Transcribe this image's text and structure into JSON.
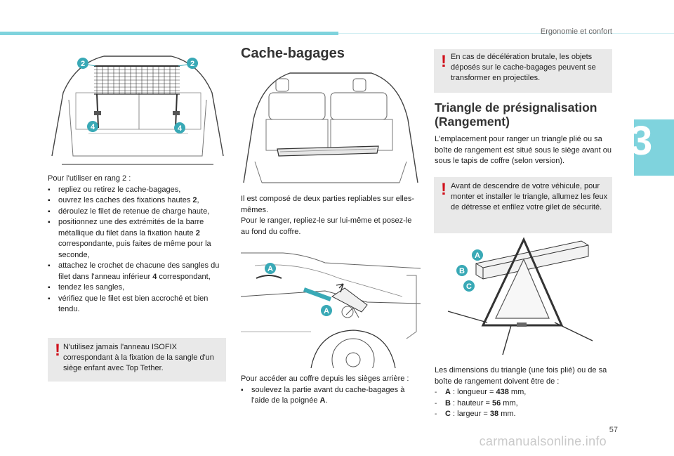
{
  "header": {
    "section": "Ergonomie et confort",
    "chapter": "3"
  },
  "page_number": "57",
  "watermark": "carmanualsonline.info",
  "accent_color": "#7fd3dd",
  "callout_color": "#39a9b6",
  "warning_color": "#d0101b",
  "left_column": {
    "figure_callouts": {
      "top": "2",
      "bottom": "4"
    },
    "intro": "Pour l'utiliser en rang 2 :",
    "steps": [
      {
        "pre": "repliez ou retirez le cache-bagages,",
        "bold": "",
        "post": ""
      },
      {
        "pre": "ouvrez les caches des fixations hautes ",
        "bold": "2",
        "post": ","
      },
      {
        "pre": "déroulez le filet de retenue de charge haute,",
        "bold": "",
        "post": ""
      },
      {
        "pre": "positionnez une des extrémités de la barre métallique du filet dans la fixation haute ",
        "bold": "2",
        "post": " correspondante, puis faites de même pour la seconde,"
      },
      {
        "pre": "attachez le crochet de chacune des sangles du filet dans l'anneau inférieur ",
        "bold": "4",
        "post": " correspondant,"
      },
      {
        "pre": "tendez les sangles,",
        "bold": "",
        "post": ""
      },
      {
        "pre": "vérifiez que le filet est bien accroché et bien tendu.",
        "bold": "",
        "post": ""
      }
    ],
    "warning": "N'utilisez jamais l'anneau ISOFIX correspondant à la fixation de la sangle d'un siège enfant avec Top Tether."
  },
  "middle_column": {
    "title": "Cache-bagages",
    "desc_line1": "Il est composé de deux parties repliables sur elles-mêmes.",
    "desc_line2": "Pour le ranger, repliez-le sur lui-même et posez-le au fond du coffre.",
    "figure_callout": "A",
    "access_intro": "Pour accéder au coffre depuis les sièges arrière :",
    "access_step": {
      "pre": "soulevez la partie avant du cache-bagages à l'aide de la poignée ",
      "bold": "A",
      "post": "."
    }
  },
  "right_column": {
    "warning_top": "En cas de décélération brutale, les objets déposés sur le cache-bagages peuvent se transformer en projectiles.",
    "title": "Triangle de présignalisation (Rangement)",
    "desc": "L'emplacement pour ranger un triangle plié ou sa boîte de rangement est situé sous le siège avant ou sous le tapis de coffre (selon version).",
    "warning_bottom": "Avant de descendre de votre véhicule, pour monter et installer le triangle, allumez les feux de détresse et enfilez votre gilet de sécurité.",
    "figure_callouts": [
      "A",
      "B",
      "C"
    ],
    "dims_intro": "Les dimensions du triangle (une fois plié) ou de sa boîte de rangement doivent être de :",
    "dims": [
      {
        "letter": "A",
        "label": " : longueur = ",
        "value": "438",
        "unit": " mm,"
      },
      {
        "letter": "B",
        "label": " : hauteur = ",
        "value": "56",
        "unit": " mm,"
      },
      {
        "letter": "C",
        "label": " : largeur = ",
        "value": "38",
        "unit": " mm."
      }
    ]
  }
}
